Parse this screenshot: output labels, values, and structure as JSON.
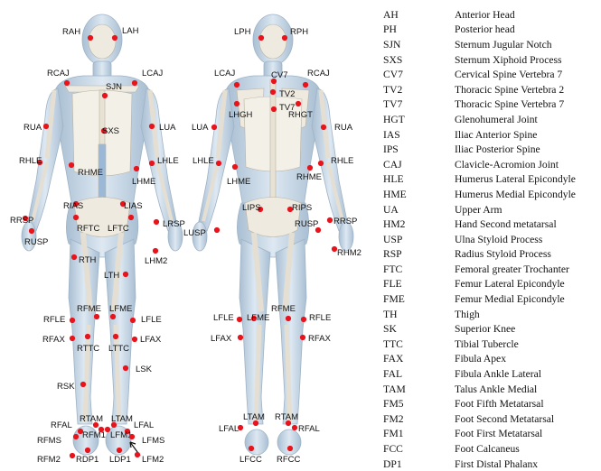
{
  "marker_color": "#e8131b",
  "body_color": "#c9d8e6",
  "bone_color": "#eeeae0",
  "front_markers": [
    {
      "label": "RAH",
      "dot": [
        100,
        42
      ],
      "text": [
        69,
        38
      ]
    },
    {
      "label": "LAH",
      "dot": [
        127,
        42
      ],
      "text": [
        135,
        37
      ]
    },
    {
      "label": "RCAJ",
      "dot": [
        74,
        92
      ],
      "text": [
        52,
        84
      ]
    },
    {
      "label": "LCAJ",
      "dot": [
        149,
        92
      ],
      "text": [
        157,
        84
      ]
    },
    {
      "label": "SJN",
      "dot": [
        116,
        106
      ],
      "text": [
        117,
        99
      ]
    },
    {
      "label": "RUA",
      "dot": [
        51,
        140
      ],
      "text": [
        26,
        144
      ]
    },
    {
      "label": "LUA",
      "dot": [
        168,
        140
      ],
      "text": [
        176,
        144
      ]
    },
    {
      "label": "SXS",
      "dot": [
        115,
        145
      ],
      "text": [
        113,
        148
      ]
    },
    {
      "label": "RHLE",
      "dot": [
        44,
        180
      ],
      "text": [
        21,
        181
      ]
    },
    {
      "label": "LHLE",
      "dot": [
        168,
        181
      ],
      "text": [
        174,
        181
      ]
    },
    {
      "label": "RHME",
      "dot": [
        79,
        183
      ],
      "text": [
        86,
        194
      ]
    },
    {
      "label": "LHME",
      "dot": [
        151,
        187
      ],
      "text": [
        146,
        204
      ]
    },
    {
      "label": "RIAS",
      "dot": [
        84,
        226
      ],
      "text": [
        70,
        231
      ]
    },
    {
      "label": "LIAS",
      "dot": [
        136,
        226
      ],
      "text": [
        137,
        231
      ]
    },
    {
      "label": "RRSP",
      "dot": [
        28,
        242
      ],
      "text": [
        11,
        247
      ]
    },
    {
      "label": "RFTC",
      "dot": [
        84,
        241
      ],
      "text": [
        85,
        256
      ]
    },
    {
      "label": "LFTC",
      "dot": [
        145,
        241
      ],
      "text": [
        119,
        256
      ]
    },
    {
      "label": "LRSP",
      "dot": [
        173,
        246
      ],
      "text": [
        180,
        251
      ]
    },
    {
      "label": "RUSP",
      "dot": [
        35,
        256
      ],
      "text": [
        27,
        271
      ]
    },
    {
      "label": "LHM2",
      "dot": [
        172,
        278
      ],
      "text": [
        160,
        292
      ]
    },
    {
      "label": "RTH",
      "dot": [
        82,
        285
      ],
      "text": [
        87,
        291
      ]
    },
    {
      "label": "LTH",
      "dot": [
        139,
        304
      ],
      "text": [
        115,
        308
      ]
    },
    {
      "label": "RFME",
      "dot": [
        107,
        351
      ],
      "text": [
        85,
        345
      ]
    },
    {
      "label": "LFME",
      "dot": [
        125,
        351
      ],
      "text": [
        121,
        345
      ]
    },
    {
      "label": "RFLE",
      "dot": [
        80,
        355
      ],
      "text": [
        48,
        357
      ]
    },
    {
      "label": "LFLE",
      "dot": [
        147,
        355
      ],
      "text": [
        156,
        357
      ]
    },
    {
      "label": "RFAX",
      "dot": [
        80,
        375
      ],
      "text": [
        47,
        379
      ]
    },
    {
      "label": "LFAX",
      "dot": [
        149,
        376
      ],
      "text": [
        155,
        379
      ]
    },
    {
      "label": "RTTC",
      "dot": [
        97,
        373
      ],
      "text": [
        85,
        389
      ]
    },
    {
      "label": "LTTC",
      "dot": [
        128,
        373
      ],
      "text": [
        120,
        389
      ]
    },
    {
      "label": "LSK",
      "dot": [
        139,
        408
      ],
      "text": [
        150,
        412
      ]
    },
    {
      "label": "RSK",
      "dot": [
        92,
        426
      ],
      "text": [
        63,
        431
      ]
    },
    {
      "label": "RTAM",
      "dot": [
        106,
        471
      ],
      "text": [
        88,
        467
      ]
    },
    {
      "label": "LTAM",
      "dot": [
        126,
        471
      ],
      "text": [
        123,
        467
      ]
    },
    {
      "label": "RFAL",
      "dot": [
        89,
        478
      ],
      "text": [
        56,
        474
      ]
    },
    {
      "label": "LFAL",
      "dot": [
        141,
        478
      ],
      "text": [
        148,
        474
      ]
    },
    {
      "label": "RFM1",
      "dot": [
        112,
        476
      ],
      "text": [
        91,
        485
      ]
    },
    {
      "label": "LFM1",
      "dot": [
        119,
        476
      ],
      "text": [
        122,
        485
      ]
    },
    {
      "label": "RFMS",
      "dot": [
        84,
        484
      ],
      "text": [
        41,
        491
      ]
    },
    {
      "label": "LFMS",
      "dot": [
        146,
        484
      ],
      "text": [
        157,
        491
      ]
    },
    {
      "label": "RFM2",
      "dot": [
        80,
        505
      ],
      "text": [
        41,
        512
      ]
    },
    {
      "label": "RDP1",
      "dot": [
        97,
        499
      ],
      "text": [
        84,
        512
      ]
    },
    {
      "label": "LDP1",
      "dot": [
        132,
        499
      ],
      "text": [
        121,
        512
      ]
    },
    {
      "label": "LFM2",
      "dot": [
        152,
        504
      ],
      "text": [
        157,
        512
      ]
    }
  ],
  "back_markers": [
    {
      "label": "LPH",
      "dot": [
        289,
        42
      ],
      "text": [
        259,
        38
      ]
    },
    {
      "label": "RPH",
      "dot": [
        315,
        42
      ],
      "text": [
        321,
        38
      ]
    },
    {
      "label": "LCAJ",
      "dot": [
        262,
        94
      ],
      "text": [
        237,
        84
      ]
    },
    {
      "label": "CV7",
      "dot": [
        303,
        90
      ],
      "text": [
        300,
        86
      ]
    },
    {
      "label": "RCAJ",
      "dot": [
        338,
        94
      ],
      "text": [
        340,
        84
      ]
    },
    {
      "label": "TV2",
      "dot": [
        302,
        102
      ],
      "text": [
        309,
        107
      ]
    },
    {
      "label": "LHGH",
      "dot": [
        262,
        115
      ],
      "text": [
        253,
        130
      ]
    },
    {
      "label": "RHGT",
      "dot": [
        330,
        115
      ],
      "text": [
        319,
        130
      ]
    },
    {
      "label": "LUA",
      "dot": [
        237,
        141
      ],
      "text": [
        212,
        144
      ]
    },
    {
      "label": "RUA",
      "dot": [
        358,
        141
      ],
      "text": [
        370,
        144
      ]
    },
    {
      "label": "TV7",
      "dot": [
        303,
        121
      ],
      "text": [
        309,
        122
      ]
    },
    {
      "label": "LHLE",
      "dot": [
        242,
        181
      ],
      "text": [
        213,
        181
      ]
    },
    {
      "label": "RHLE",
      "dot": [
        355,
        181
      ],
      "text": [
        366,
        181
      ]
    },
    {
      "label": "LHME",
      "dot": [
        260,
        185
      ],
      "text": [
        251,
        204
      ]
    },
    {
      "label": "RHME",
      "dot": [
        343,
        186
      ],
      "text": [
        328,
        199
      ]
    },
    {
      "label": "LIPS",
      "dot": [
        288,
        232
      ],
      "text": [
        268,
        233
      ]
    },
    {
      "label": "RIPS",
      "dot": [
        321,
        232
      ],
      "text": [
        323,
        233
      ]
    },
    {
      "label": "RRSP",
      "dot": [
        365,
        244
      ],
      "text": [
        369,
        248
      ]
    },
    {
      "label": "RUSP",
      "dot": [
        352,
        255
      ],
      "text": [
        326,
        251
      ]
    },
    {
      "label": "LUSP",
      "dot": [
        240,
        255
      ],
      "text": [
        203,
        261
      ]
    },
    {
      "label": "RHM2",
      "dot": [
        370,
        276
      ],
      "text": [
        373,
        283
      ]
    },
    {
      "label": "LFME",
      "dot": [
        281,
        353
      ],
      "text": [
        273,
        355
      ]
    },
    {
      "label": "RFME",
      "dot": [
        319,
        353
      ],
      "text": [
        300,
        345
      ]
    },
    {
      "label": "LFLE",
      "dot": [
        265,
        354
      ],
      "text": [
        236,
        355
      ]
    },
    {
      "label": "RFLE",
      "dot": [
        336,
        354
      ],
      "text": [
        342,
        355
      ]
    },
    {
      "label": "LFAX",
      "dot": [
        266,
        374
      ],
      "text": [
        233,
        378
      ]
    },
    {
      "label": "RFAX",
      "dot": [
        335,
        374
      ],
      "text": [
        341,
        378
      ]
    },
    {
      "label": "LTAM",
      "dot": [
        283,
        469
      ],
      "text": [
        269,
        465
      ]
    },
    {
      "label": "RTAM",
      "dot": [
        319,
        469
      ],
      "text": [
        304,
        465
      ]
    },
    {
      "label": "LFAL",
      "dot": [
        266,
        474
      ],
      "text": [
        242,
        478
      ]
    },
    {
      "label": "RFAL",
      "dot": [
        326,
        474
      ],
      "text": [
        330,
        478
      ]
    },
    {
      "label": "LFCC",
      "dot": [
        278,
        497
      ],
      "text": [
        265,
        512
      ]
    },
    {
      "label": "RFCC",
      "dot": [
        321,
        497
      ],
      "text": [
        306,
        512
      ]
    }
  ],
  "legend": [
    {
      "abbr": "AH",
      "desc": "Anterior Head"
    },
    {
      "abbr": "PH",
      "desc": "Posterior head"
    },
    {
      "abbr": "SJN",
      "desc": "Sternum Jugular Notch"
    },
    {
      "abbr": "SXS",
      "desc": "Sternum Xiphoid Process"
    },
    {
      "abbr": "CV7",
      "desc": "Cervical Spine Vertebra 7"
    },
    {
      "abbr": "TV2",
      "desc": "Thoracic Spine Vertebra 2"
    },
    {
      "abbr": "TV7",
      "desc": "Thoracic Spine Vertebra 7"
    },
    {
      "abbr": "HGT",
      "desc": "Glenohumeral Joint"
    },
    {
      "abbr": "IAS",
      "desc": "Iliac Anterior Spine"
    },
    {
      "abbr": "IPS",
      "desc": "Iliac Posterior Spine"
    },
    {
      "abbr": "CAJ",
      "desc": "Clavicle-Acromion Joint"
    },
    {
      "abbr": "HLE",
      "desc": "Humerus Lateral Epicondyle"
    },
    {
      "abbr": "HME",
      "desc": "Humerus Medial Epicondyle"
    },
    {
      "abbr": "UA",
      "desc": "Upper Arm"
    },
    {
      "abbr": "HM2",
      "desc": "Hand Second metatarsal"
    },
    {
      "abbr": "USP",
      "desc": "Ulna Styloid Process"
    },
    {
      "abbr": "RSP",
      "desc": "Radius Styloid Process"
    },
    {
      "abbr": "FTC",
      "desc": "Femoral greater Trochanter"
    },
    {
      "abbr": "FLE",
      "desc": "Femur Lateral Epicondyle"
    },
    {
      "abbr": "FME",
      "desc": "Femur Medial Epicondyle"
    },
    {
      "abbr": "TH",
      "desc": "Thigh"
    },
    {
      "abbr": "SK",
      "desc": "Superior Knee"
    },
    {
      "abbr": "TTC",
      "desc": "Tibial Tubercle"
    },
    {
      "abbr": "FAX",
      "desc": "Fibula Apex"
    },
    {
      "abbr": "FAL",
      "desc": "Fibula Ankle Lateral"
    },
    {
      "abbr": "TAM",
      "desc": "Talus Ankle Medial"
    },
    {
      "abbr": "FM5",
      "desc": "Foot Fifth Metatarsal"
    },
    {
      "abbr": "FM2",
      "desc": "Foot Second Metatarsal"
    },
    {
      "abbr": "FM1",
      "desc": "Foot First Metatarsal"
    },
    {
      "abbr": "FCC",
      "desc": "Foot Calcaneus"
    },
    {
      "abbr": "DP1",
      "desc": "First Distal Phalanx"
    }
  ]
}
